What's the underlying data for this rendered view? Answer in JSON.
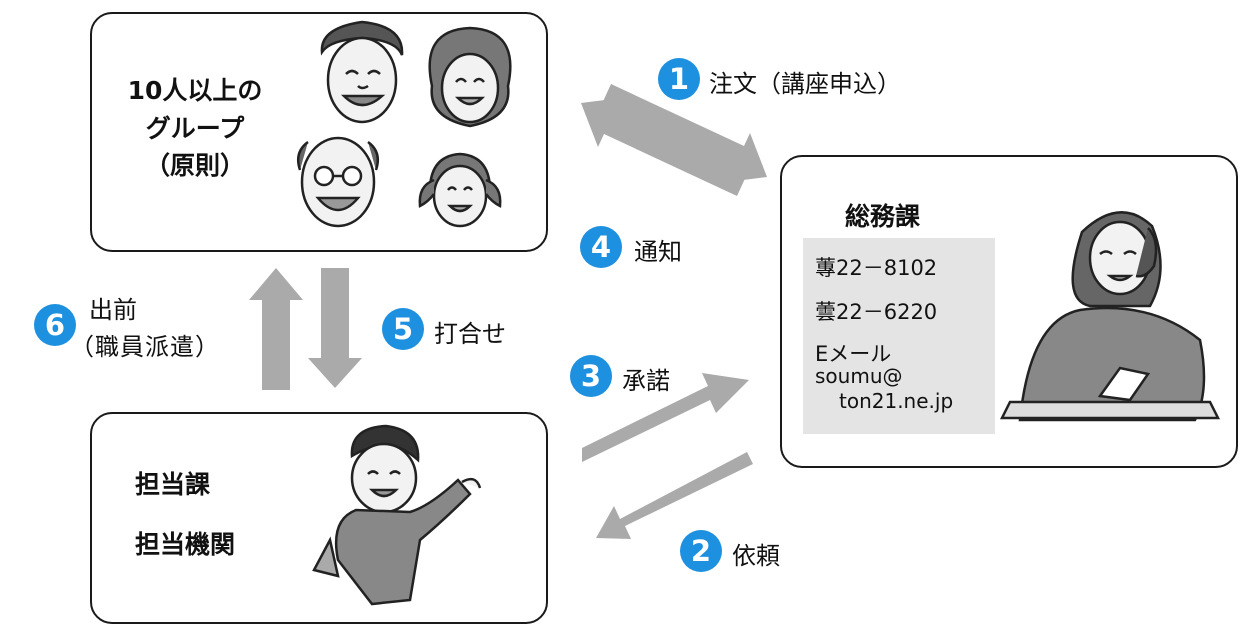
{
  "group_box": {
    "lines": [
      "10人以上の",
      "グループ",
      "（原則）"
    ],
    "icons": [
      "man-face-icon",
      "woman-face-icon",
      "elderly-man-face-icon",
      "girl-face-icon"
    ]
  },
  "somu_box": {
    "title": "総務課",
    "tel1": "蓴22－8102",
    "tel2": "蕓22－6220",
    "email_label": "Eメール",
    "email_user": "soumu@",
    "email_domain": "ton21.ne.jp",
    "icon": "woman-on-phone-icon"
  },
  "tanto_box": {
    "line1": "担当課",
    "line2": "担当機関",
    "icon": "running-boy-icon"
  },
  "steps": [
    {
      "num": "1",
      "text": "注文（講座申込）"
    },
    {
      "num": "2",
      "text": "依頼"
    },
    {
      "num": "3",
      "text": "承諾"
    },
    {
      "num": "4",
      "text": "通知"
    },
    {
      "num": "5",
      "text": "打合せ"
    },
    {
      "num": "6",
      "text1": "出前",
      "text2": "（職員派遣）"
    }
  ],
  "colors": {
    "step_circle": "#1e90e0",
    "arrow": "#aaaaaa",
    "contact_bg": "#e4e4e4"
  }
}
